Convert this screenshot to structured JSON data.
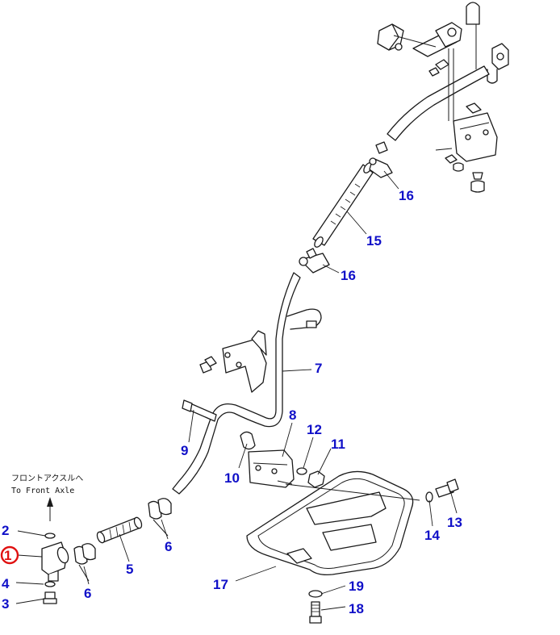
{
  "note": {
    "jp": "フロントアクスルへ",
    "en": "To Front Axle"
  },
  "colors": {
    "callout": "#1010c8",
    "highlight": "#e01010",
    "line": "#1a1a1a"
  },
  "callouts": [
    {
      "id": "1",
      "label": "1",
      "highlighted": true
    },
    {
      "id": "2",
      "label": "2"
    },
    {
      "id": "3",
      "label": "3"
    },
    {
      "id": "4",
      "label": "4"
    },
    {
      "id": "5",
      "label": "5"
    },
    {
      "id": "6a",
      "label": "6"
    },
    {
      "id": "6b",
      "label": "6"
    },
    {
      "id": "7",
      "label": "7"
    },
    {
      "id": "8",
      "label": "8"
    },
    {
      "id": "9",
      "label": "9"
    },
    {
      "id": "10",
      "label": "10"
    },
    {
      "id": "11",
      "label": "11"
    },
    {
      "id": "12",
      "label": "12"
    },
    {
      "id": "13",
      "label": "13"
    },
    {
      "id": "14",
      "label": "14"
    },
    {
      "id": "15",
      "label": "15"
    },
    {
      "id": "16a",
      "label": "16"
    },
    {
      "id": "16b",
      "label": "16"
    },
    {
      "id": "17",
      "label": "17"
    },
    {
      "id": "18",
      "label": "18"
    },
    {
      "id": "19",
      "label": "19"
    }
  ]
}
